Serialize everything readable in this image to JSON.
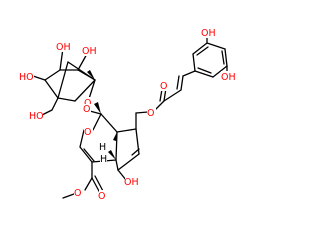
{
  "colors": {
    "background": "#ffffff",
    "bond": "#000000",
    "oxygen": "#ff0000",
    "hydrogen": "#000000"
  },
  "atom_labels": {
    "o_oh_top1": "OH",
    "o_oh_top2": "OH",
    "o_oh_left": "HO",
    "o_ch2oh": "HO",
    "o_sugar_ring": "O",
    "o_glycosidic": "O",
    "o_pyran": "O",
    "o_ester_link": "O",
    "o_ester_carbonyl": "O",
    "o_catechol1": "OH",
    "o_catechol2": "OH",
    "o_methyl_ester_carbonyl": "O",
    "o_methyl_ester_link": "O",
    "o_ring_oh": "OH",
    "h_stereo1": "H",
    "h_stereo2": "H"
  }
}
